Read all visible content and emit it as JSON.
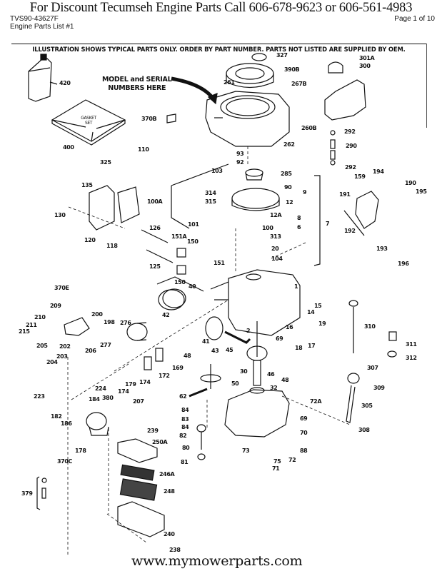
{
  "header": {
    "title": "For  Discount Tecumseh Engine Parts Call 606-678-9623 or 606-561-4983",
    "model": "TVS90-43627F",
    "list_name": "Engine Parts List #1",
    "page": "Page 1 of 10"
  },
  "notice": "ILLUSTRATION SHOWS TYPICAL PARTS ONLY. ORDER BY PART NUMBER. PARTS NOT LISTED ARE SUPPLIED BY OEM.",
  "callout": {
    "line1": "MODEL and SERIAL",
    "line2": "NUMBERS HERE"
  },
  "gasket_set_text": "GASKET SET",
  "part_labels": [
    {
      "id": "420"
    },
    {
      "id": "400"
    },
    {
      "id": "370B"
    },
    {
      "id": "110"
    },
    {
      "id": "325"
    },
    {
      "id": "327"
    },
    {
      "id": "390B"
    },
    {
      "id": "261"
    },
    {
      "id": "267B"
    },
    {
      "id": "260B"
    },
    {
      "id": "262"
    },
    {
      "id": "301A"
    },
    {
      "id": "300"
    },
    {
      "id": "292"
    },
    {
      "id": "290"
    },
    {
      "id": "292"
    },
    {
      "id": "93"
    },
    {
      "id": "92"
    },
    {
      "id": "285"
    },
    {
      "id": "103"
    },
    {
      "id": "90"
    },
    {
      "id": "9"
    },
    {
      "id": "12"
    },
    {
      "id": "12A"
    },
    {
      "id": "8"
    },
    {
      "id": "6"
    },
    {
      "id": "7"
    },
    {
      "id": "314"
    },
    {
      "id": "315"
    },
    {
      "id": "100A"
    },
    {
      "id": "101"
    },
    {
      "id": "100"
    },
    {
      "id": "313"
    },
    {
      "id": "20"
    },
    {
      "id": "104"
    },
    {
      "id": "135"
    },
    {
      "id": "130"
    },
    {
      "id": "120"
    },
    {
      "id": "118"
    },
    {
      "id": "126"
    },
    {
      "id": "125"
    },
    {
      "id": "151A"
    },
    {
      "id": "150"
    },
    {
      "id": "151"
    },
    {
      "id": "150"
    },
    {
      "id": "40"
    },
    {
      "id": "42"
    },
    {
      "id": "159"
    },
    {
      "id": "194"
    },
    {
      "id": "190"
    },
    {
      "id": "191"
    },
    {
      "id": "195"
    },
    {
      "id": "192"
    },
    {
      "id": "193"
    },
    {
      "id": "196"
    },
    {
      "id": "370E"
    },
    {
      "id": "209"
    },
    {
      "id": "210"
    },
    {
      "id": "200"
    },
    {
      "id": "198"
    },
    {
      "id": "211"
    },
    {
      "id": "215"
    },
    {
      "id": "202"
    },
    {
      "id": "205"
    },
    {
      "id": "206"
    },
    {
      "id": "203"
    },
    {
      "id": "204"
    },
    {
      "id": "276"
    },
    {
      "id": "277"
    },
    {
      "id": "1"
    },
    {
      "id": "15"
    },
    {
      "id": "14"
    },
    {
      "id": "19"
    },
    {
      "id": "16"
    },
    {
      "id": "17"
    },
    {
      "id": "18"
    },
    {
      "id": "2"
    },
    {
      "id": "69"
    },
    {
      "id": "41"
    },
    {
      "id": "43"
    },
    {
      "id": "45"
    },
    {
      "id": "310"
    },
    {
      "id": "311"
    },
    {
      "id": "312"
    },
    {
      "id": "48"
    },
    {
      "id": "30"
    },
    {
      "id": "46"
    },
    {
      "id": "48"
    },
    {
      "id": "307"
    },
    {
      "id": "169"
    },
    {
      "id": "172"
    },
    {
      "id": "179"
    },
    {
      "id": "174"
    },
    {
      "id": "174"
    },
    {
      "id": "50"
    },
    {
      "id": "224"
    },
    {
      "id": "223"
    },
    {
      "id": "184"
    },
    {
      "id": "380"
    },
    {
      "id": "182"
    },
    {
      "id": "186"
    },
    {
      "id": "207"
    },
    {
      "id": "239"
    },
    {
      "id": "178"
    },
    {
      "id": "370C"
    },
    {
      "id": "32"
    },
    {
      "id": "62"
    },
    {
      "id": "309"
    },
    {
      "id": "72A"
    },
    {
      "id": "305"
    },
    {
      "id": "84"
    },
    {
      "id": "83"
    },
    {
      "id": "84"
    },
    {
      "id": "82"
    },
    {
      "id": "80"
    },
    {
      "id": "81"
    },
    {
      "id": "69"
    },
    {
      "id": "70"
    },
    {
      "id": "308"
    },
    {
      "id": "73"
    },
    {
      "id": "88"
    },
    {
      "id": "75"
    },
    {
      "id": "72"
    },
    {
      "id": "71"
    },
    {
      "id": "250A"
    },
    {
      "id": "246A"
    },
    {
      "id": "248"
    },
    {
      "id": "379"
    },
    {
      "id": "240"
    },
    {
      "id": "238"
    }
  ],
  "footer": "www.mymowerparts.com"
}
